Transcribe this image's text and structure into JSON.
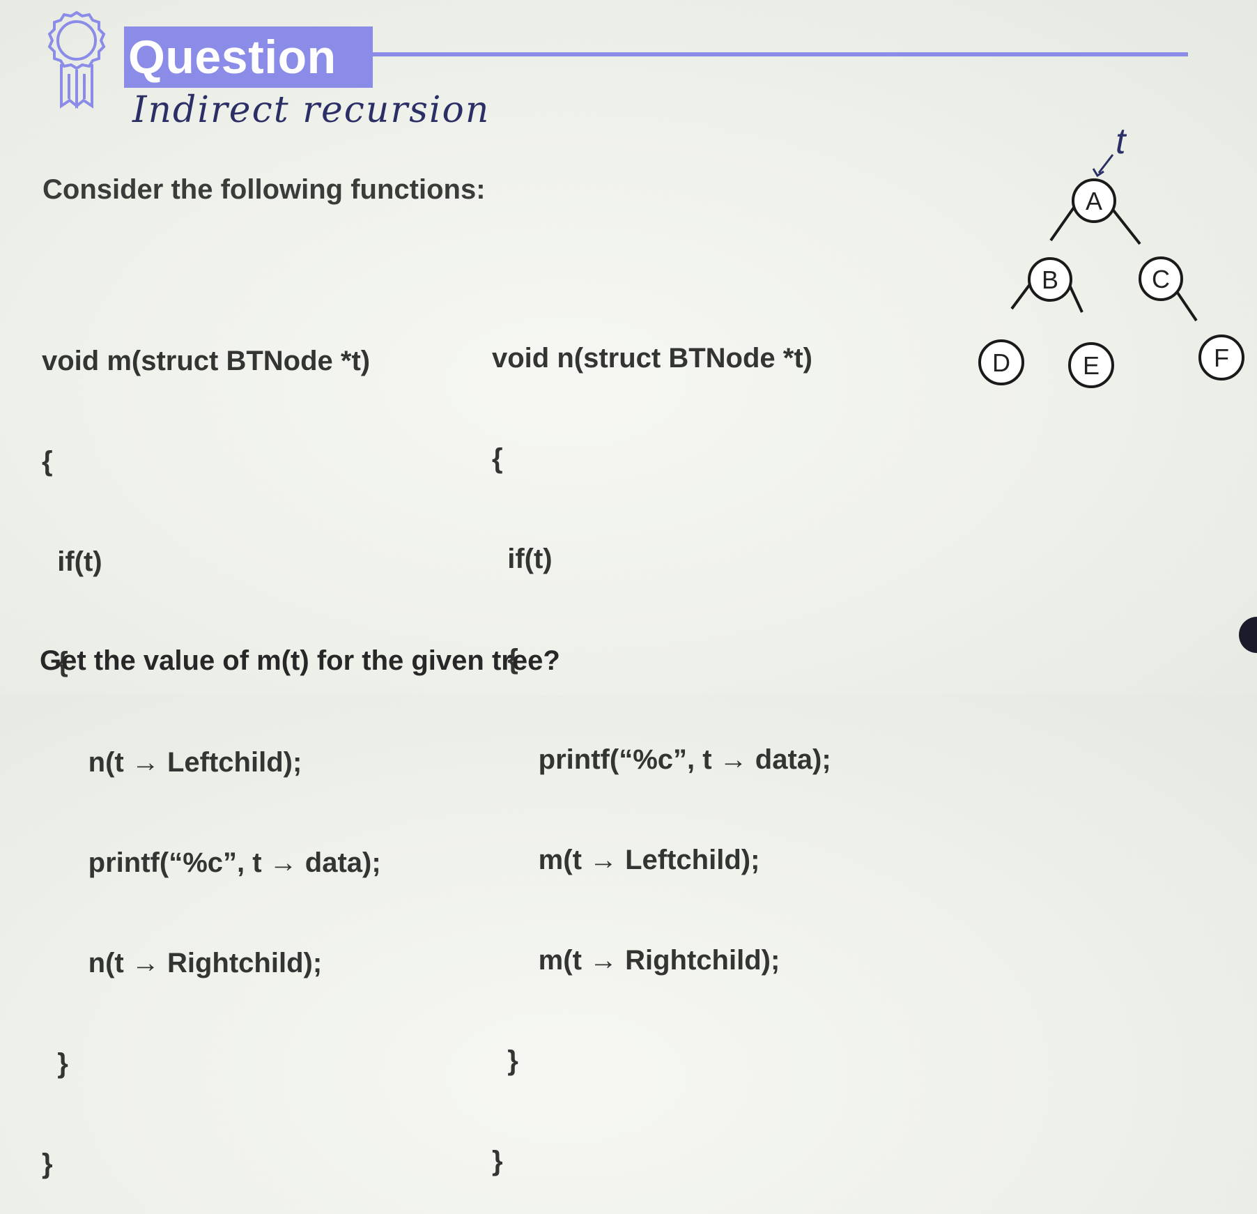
{
  "header": {
    "title": "Question",
    "handwritten_note": "Indirect recursion"
  },
  "intro": "Consider the following functions:",
  "code_left": [
    "void m(struct BTNode *t)",
    "{",
    "  if(t)",
    "  {",
    "      n(t → Leftchild);",
    "      printf(“%c”, t → data);",
    "      n(t → Rightchild);",
    "  }",
    "}"
  ],
  "code_right": [
    "void n(struct BTNode *t)",
    "{",
    "  if(t)",
    "  {",
    "      printf(“%c”, t → data);",
    "      m(t → Leftchild);",
    "      m(t → Rightchild);",
    "  }",
    "}"
  ],
  "tree": {
    "pointer_label": "t",
    "nodes": [
      "A",
      "B",
      "C",
      "D",
      "E",
      "F"
    ]
  },
  "question": "Get the value of m(t) for the given tree?",
  "colors": {
    "accent": "#8b8ce8",
    "text": "#2a2b2a",
    "ink": "#2c2f66"
  },
  "icons": {
    "badge": "award-ribbon-icon"
  }
}
